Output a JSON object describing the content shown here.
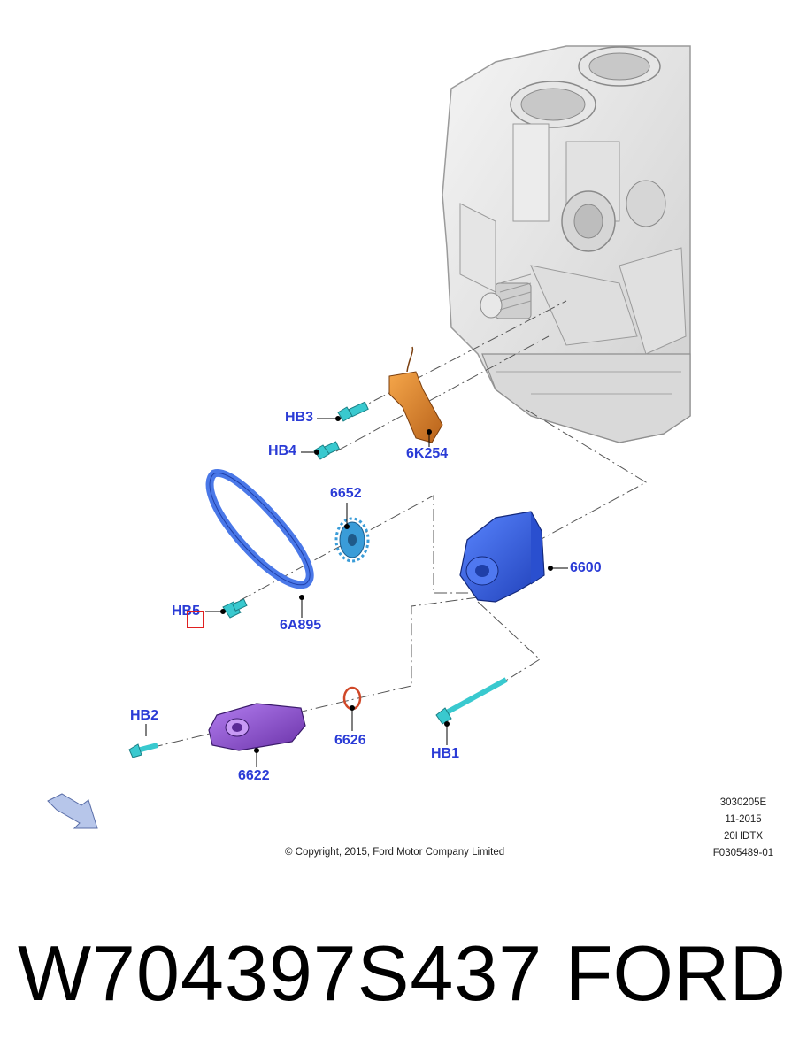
{
  "callouts": {
    "hb3": "HB3",
    "hb4": "HB4",
    "k254": "6K254",
    "p6652": "6652",
    "p6600": "6600",
    "hb5": "HB5",
    "a895": "6A895",
    "hb2": "HB2",
    "p6626": "6626",
    "hb1": "HB1",
    "p6622": "6622"
  },
  "meta": {
    "code": "3030205E",
    "date": "11-2015",
    "engine": "20HDTX",
    "figure": "F0305489-01"
  },
  "copyright": "© Copyright, 2015, Ford Motor Company Limited",
  "footer": {
    "part_number": "W704397S437",
    "brand": "FORD"
  },
  "colors": {
    "callout_text": "#2a3bd6",
    "tensioner": "#e08a2a",
    "pump": "#3a64e8",
    "pickup": "#9a5ad6",
    "belt": "#4a78e8",
    "bolt": "#39c9cf",
    "oring": "#d04828",
    "highlight": "#e02020"
  }
}
